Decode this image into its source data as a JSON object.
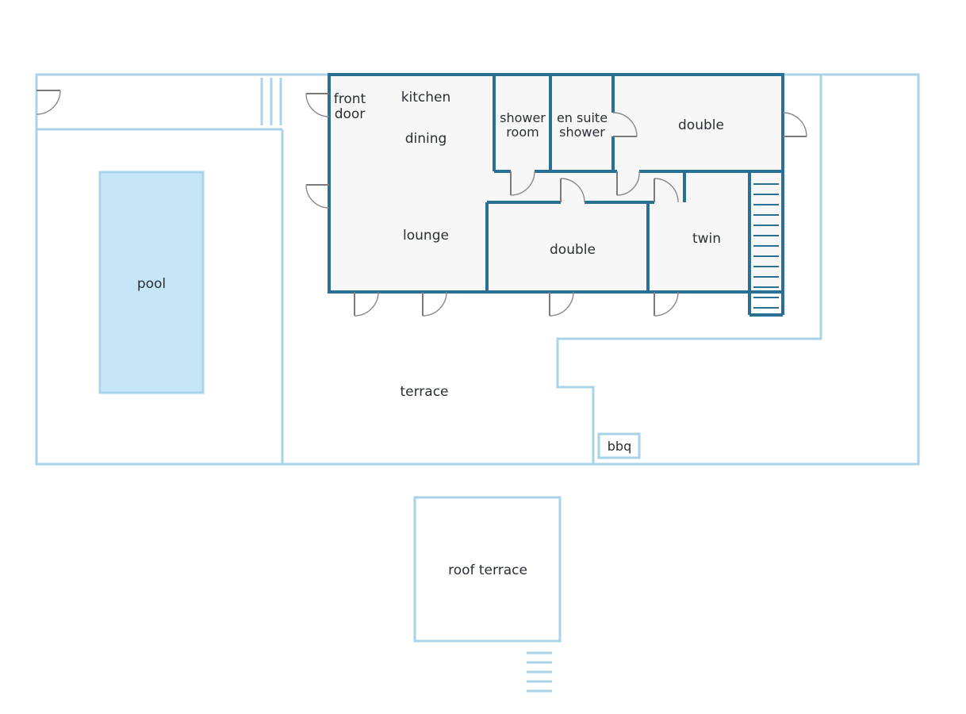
{
  "labels": {
    "front_door_1": "front",
    "front_door_2": "door",
    "kitchen": "kitchen",
    "dining": "dining",
    "lounge": "lounge",
    "shower_room_1": "shower",
    "shower_room_2": "room",
    "en_suite_1": "en suite",
    "en_suite_2": "shower",
    "double_upper": "double",
    "double_lower": "double",
    "twin": "twin",
    "pool": "pool",
    "terrace": "terrace",
    "bbq": "bbq",
    "roof_terrace": "roof terrace"
  },
  "colors": {
    "outdoor_wall": "#a9d3e8",
    "house_wall": "#2a6f94",
    "room_fill": "#f7f7f7",
    "pool_fill": "#c6e6f8",
    "text": "#2a2f36"
  },
  "icons": {
    "door": "door-swing-icon",
    "stairs": "stairs-icon"
  }
}
